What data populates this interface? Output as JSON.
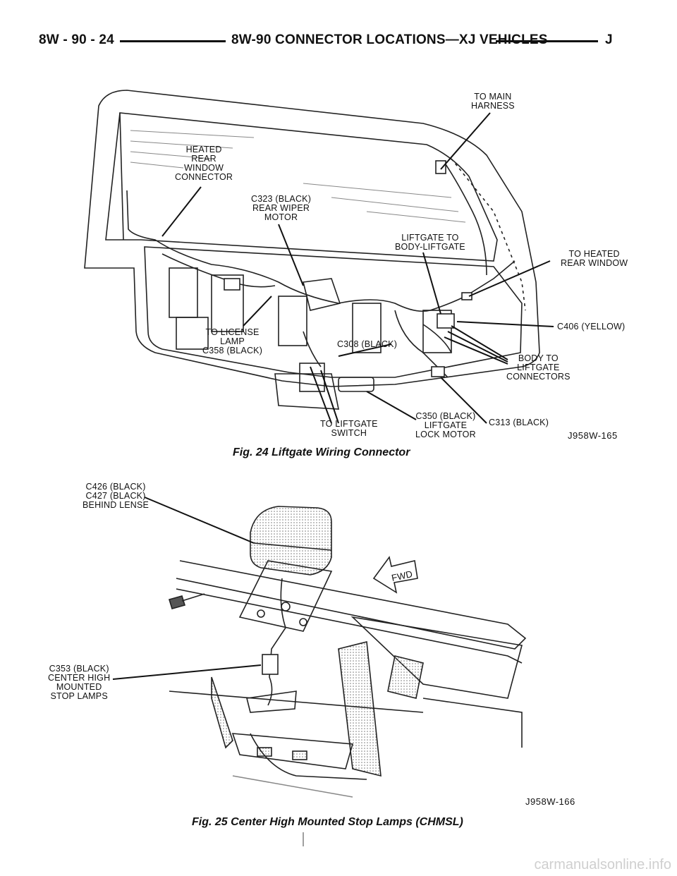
{
  "header": {
    "page_ref": "8W - 90 - 24",
    "title": "8W-90 CONNECTOR LOCATIONS—XJ VEHICLES",
    "section": "J"
  },
  "figure24": {
    "caption": "Fig. 24 Liftgate Wiring Connector",
    "code": "J958W-165",
    "labels": {
      "to_main_harness": "TO MAIN\nHARNESS",
      "heated_rear_window_connector": "HEATED\nREAR\nWINDOW\nCONNECTOR",
      "c323": "C323 (BLACK)\nREAR WIPER\nMOTOR",
      "liftgate_to_body": "LIFTGATE TO\nBODY-LIFTGATE",
      "to_heated_rear_window": "TO HEATED\nREAR WINDOW",
      "c406": "C406 (YELLOW)",
      "body_to_liftgate": "BODY TO\nLIFTGATE\nCONNECTORS",
      "to_license_lamp": "TO LICENSE\nLAMP\nC358 (BLACK)",
      "c308": "C308 (BLACK)",
      "to_liftgate_switch": "TO LIFTGATE\nSWITCH",
      "c350": "C350 (BLACK)\nLIFTGATE\nLOCK MOTOR",
      "c313": "C313 (BLACK)"
    }
  },
  "figure25": {
    "caption": "Fig. 25 Center High Mounted Stop Lamps (CHMSL)",
    "code": "J958W-166",
    "labels": {
      "c426": "C426 (BLACK)\nC427 (BLACK)\nBEHIND LENSE",
      "fwd": "FWD",
      "c353": "C353 (BLACK)\nCENTER HIGH\nMOUNTED\nSTOP LAMPS"
    }
  },
  "watermark": "carmanualsonline.info"
}
